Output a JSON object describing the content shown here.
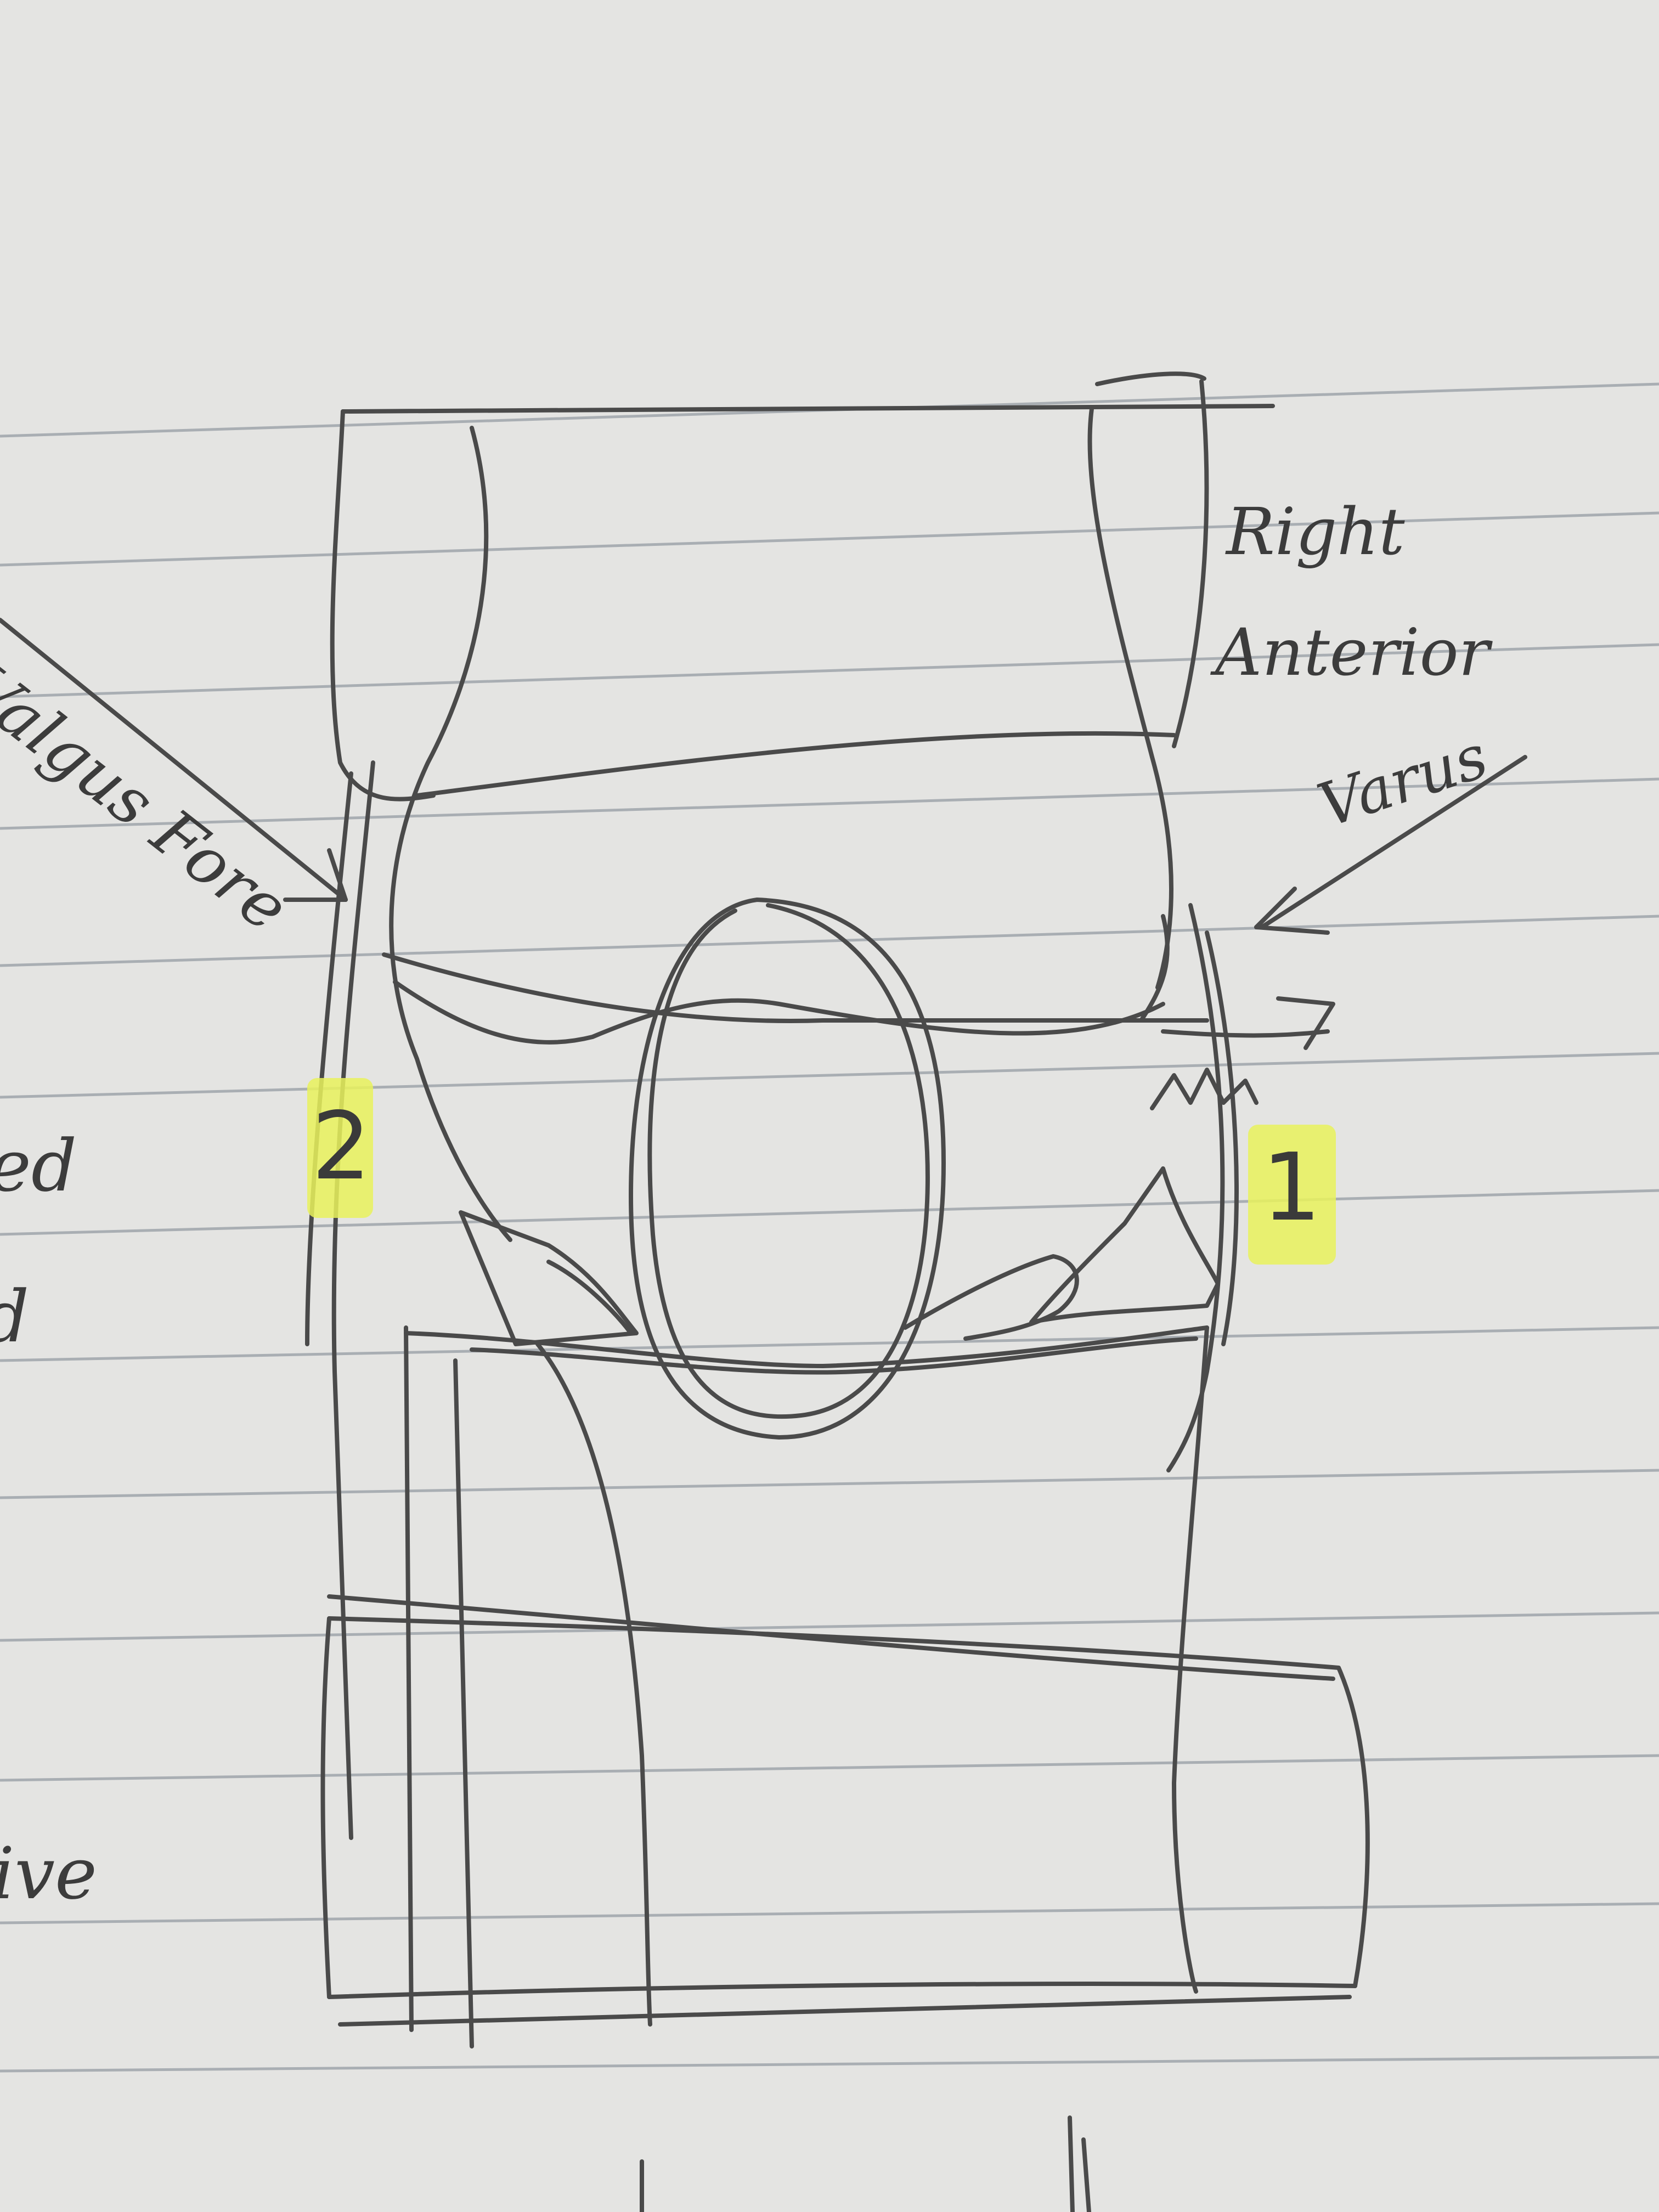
{
  "labels": {
    "view": [
      "Right",
      "Anterior"
    ],
    "valgus_force": "Valgus Fore",
    "varus": "Varus",
    "marker_one": "1",
    "marker_two": "2"
  },
  "margin_fragments": [
    "ed",
    "d",
    "ive"
  ],
  "colors": {
    "paper": "#e4e4e2",
    "rule_line": "#a9aeb3",
    "pencil": "#4a4a4a",
    "highlighter": "#e9f25c"
  }
}
